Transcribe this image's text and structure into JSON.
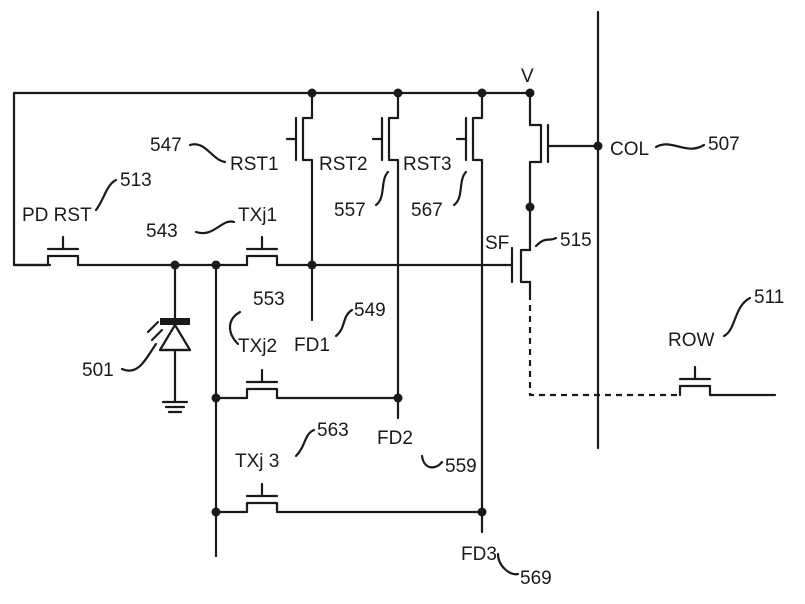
{
  "labels": {
    "v": "V",
    "col": "COL",
    "col_ref": "507",
    "rst1": "RST1",
    "rst1_ref": "547",
    "rst2": "RST2",
    "rst2_ref": "557",
    "rst3": "RST3",
    "rst3_ref": "567",
    "pd_rst": "PD RST",
    "pd_rst_ref": "513",
    "txj1": "TXj1",
    "txj1_ref": "543",
    "sf": "SF",
    "sf_ref": "515",
    "txj2": "TXj2",
    "txj2_ref": "553",
    "fd1": "FD1",
    "fd1_ref": "549",
    "photodiode_ref": "501",
    "row": "ROW",
    "row_ref": "511",
    "txj3": "TXj 3",
    "txj3_ref": "563",
    "fd2": "FD2",
    "fd2_ref": "559",
    "fd3": "FD3",
    "fd3_ref": "569"
  }
}
